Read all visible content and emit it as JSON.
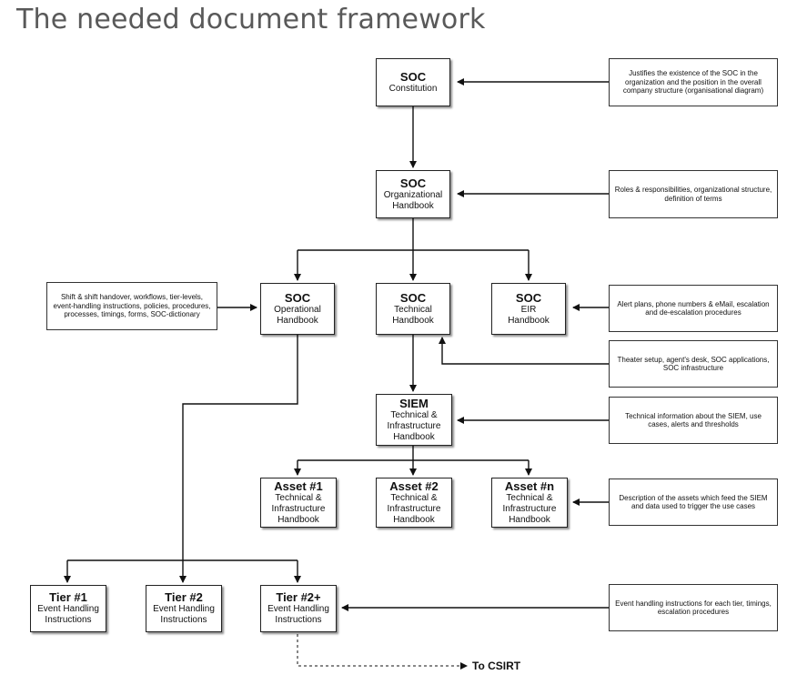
{
  "title": "The needed document framework",
  "boxes": {
    "soc_constitution": {
      "heading": "SOC",
      "lines": [
        "Constitution"
      ]
    },
    "soc_org": {
      "heading": "SOC",
      "lines": [
        "Organizational",
        "Handbook"
      ]
    },
    "soc_op": {
      "heading": "SOC",
      "lines": [
        "Operational",
        "Handbook"
      ]
    },
    "soc_tech": {
      "heading": "SOC",
      "lines": [
        "Technical",
        "Handbook"
      ]
    },
    "soc_eir": {
      "heading": "SOC",
      "lines": [
        "EIR",
        "Handbook"
      ]
    },
    "siem": {
      "heading": "SIEM",
      "lines": [
        "Technical &",
        "Infrastructure",
        "Handbook"
      ]
    },
    "asset1": {
      "heading": "Asset #1",
      "lines": [
        "Technical &",
        "Infrastructure",
        "Handbook"
      ]
    },
    "asset2": {
      "heading": "Asset #2",
      "lines": [
        "Technical &",
        "Infrastructure",
        "Handbook"
      ]
    },
    "assetn": {
      "heading": "Asset #n",
      "lines": [
        "Technical &",
        "Infrastructure",
        "Handbook"
      ]
    },
    "tier1": {
      "heading": "Tier #1",
      "lines": [
        "Event Handling",
        "Instructions"
      ]
    },
    "tier2": {
      "heading": "Tier #2",
      "lines": [
        "Event Handling",
        "Instructions"
      ]
    },
    "tier2p": {
      "heading": "Tier #2+",
      "lines": [
        "Event Handling",
        "Instructions"
      ]
    }
  },
  "notes": {
    "constitution": "Justifies the existence of the SOC in the organization and the position in the overall company structure (organisational diagram)",
    "organizational": "Roles & responsibilities, organizational structure, definition of terms",
    "operational": "Shift & shift handover, workflows, tier-levels, event-handling instructions, policies, procedures, processes, timings, forms, SOC-dictionary",
    "eir": "Alert plans, phone numbers & eMail, escalation and de-escalation procedures",
    "technical": "Theater setup, agent's desk, SOC applications, SOC infrastructure",
    "siem": "Technical information about the SIEM, use cases, alerts and thresholds",
    "assets": "Description of the assets which feed the SIEM and data used to trigger the use cases",
    "tiers": "Event handling instructions for each tier, timings, escalation procedures"
  },
  "csirt_label": "To CSIRT"
}
